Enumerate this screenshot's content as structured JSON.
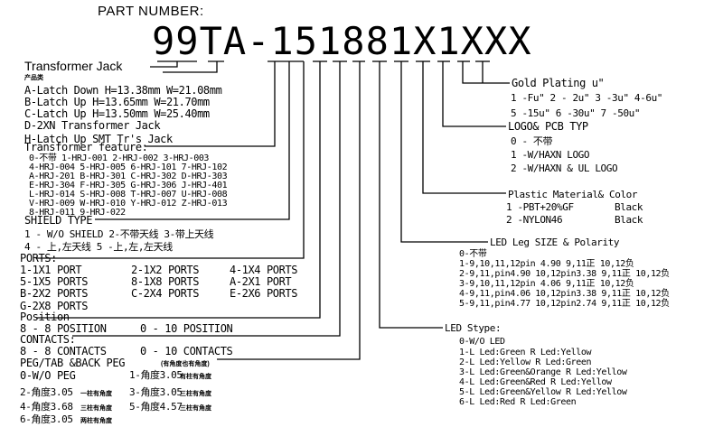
{
  "header": "PART NUMBER:",
  "part_number": "99TA-151881X1XXX",
  "jack": {
    "title": "Transformer Jack",
    "subtitle": "产品类",
    "items": [
      "A-Latch Down H=13.38mm W=21.08mm",
      "B-Latch Up H=13.65mm W=21.70mm",
      "C-Latch Up H=13.50mm W=25.40mm",
      "D-2XN Transformer Jack",
      "H-Latch Up SMT Tr's Jack"
    ]
  },
  "transformer": {
    "title": "Transformer feature:",
    "rows": [
      "0-不带 1-HRJ-001 2-HRJ-002 3-HRJ-003",
      "4-HRJ-004 5-HRJ-005 6-HRJ-101 7-HRJ-102",
      "A-HRJ-201 B-HRJ-301 C-HRJ-302 D-HRJ-303",
      "E-HRJ-304 F-HRJ-305 G-HRJ-306 J-HRJ-401",
      "L-HRJ-014 S-HRJ-008 T-HRJ-007 U-HRJ-008",
      "V-HRJ-009 W-HRJ-010 Y-HRJ-012 Z-HRJ-013",
      "8-HRJ-011 9-HRJ-022"
    ]
  },
  "shield": {
    "title": "SHIELD TYPE",
    "rows": [
      "1 - W/O SHIELD  2-不带天线   3-带上天线",
      "4 - 上,左天线    5 -上,左,左天线"
    ]
  },
  "ports": {
    "title": "PORTS:",
    "rows": [
      [
        "1-1X1 PORT",
        "2-1X2 PORTS",
        "4-1X4 PORTS"
      ],
      [
        "5-1X5 PORTS",
        "8-1X8 PORTS",
        "A-2X1 PORT"
      ],
      [
        "B-2X2 PORTS",
        "C-2X4 PORTS",
        "E-2X6 PORTS"
      ],
      [
        "G-2X8 PORTS",
        "",
        ""
      ]
    ]
  },
  "position": {
    "title": "Position",
    "row": [
      "8 - 8 POSITION",
      "0 - 10 POSITION"
    ]
  },
  "contacts": {
    "title": "CONTACTS:",
    "row": [
      "8 - 8 CONTACTS",
      "0 - 10 CONTACTS"
    ]
  },
  "peg": {
    "title": "PEG/TAB &BACK PEG",
    "title_note": "(有角度也有角度)",
    "rows": [
      [
        "0-W/O PEG",
        "",
        "1-角度3.05",
        "有柱有角度"
      ],
      [
        "2-角度3.05",
        "一柱有角度",
        "3-角度3.05",
        "三柱有角度"
      ],
      [
        "4-角度3.68",
        "三柱有角度",
        "5-角度4.57",
        "三柱有角度"
      ],
      [
        "6-角度3.05",
        "两柱有角度",
        "",
        ""
      ]
    ]
  },
  "gold": {
    "title": "Gold Plating u\"",
    "rows": [
      "1 -Fu\" 2 - 2u\" 3 -3u\" 4-6u\"",
      "5 -15u\" 6 -30u\" 7 -50u\""
    ]
  },
  "logo": {
    "title": "LOGO& PCB TYP",
    "rows": [
      "0 - 不带",
      "1 -W/HAXN LOGO",
      "2 -W/HAXN & UL LOGO"
    ]
  },
  "plastic": {
    "title": "Plastic Material& Color",
    "rows": [
      [
        "1 -PBT+20%GF",
        "Black"
      ],
      [
        "2 -NYLON46",
        "Black"
      ]
    ]
  },
  "led_leg": {
    "title": "LED Leg SIZE & Polarity",
    "rows": [
      "0-不带",
      "1-9,10,11,12pin 4.90   9,11正 10,12负",
      "2-9,11,pin4.90 10,12pin3.38  9,11正 10,12负",
      "3-9,10,11,12pin 4.06  9,11正  10,12负",
      "4-9,11,pin4.06   10,12pin3.38  9,11正 10,12负",
      "5-9,11,pin4.77   10,12pin2.74  9,11正 10,12负"
    ]
  },
  "led_style": {
    "title": "LED Stype:",
    "rows": [
      "0-W/O LED",
      "1-L Led:Green R Led:Yellow",
      "2-L Led:Yellow R Led:Green",
      "3-L Led:Green&Orange R Led:Yellow",
      "4-L Led:Green&Red R Led:Yellow",
      "5-L Led:Green&Yellow R Led:Yellow",
      "6-L Led:Red R Led:Green"
    ]
  }
}
